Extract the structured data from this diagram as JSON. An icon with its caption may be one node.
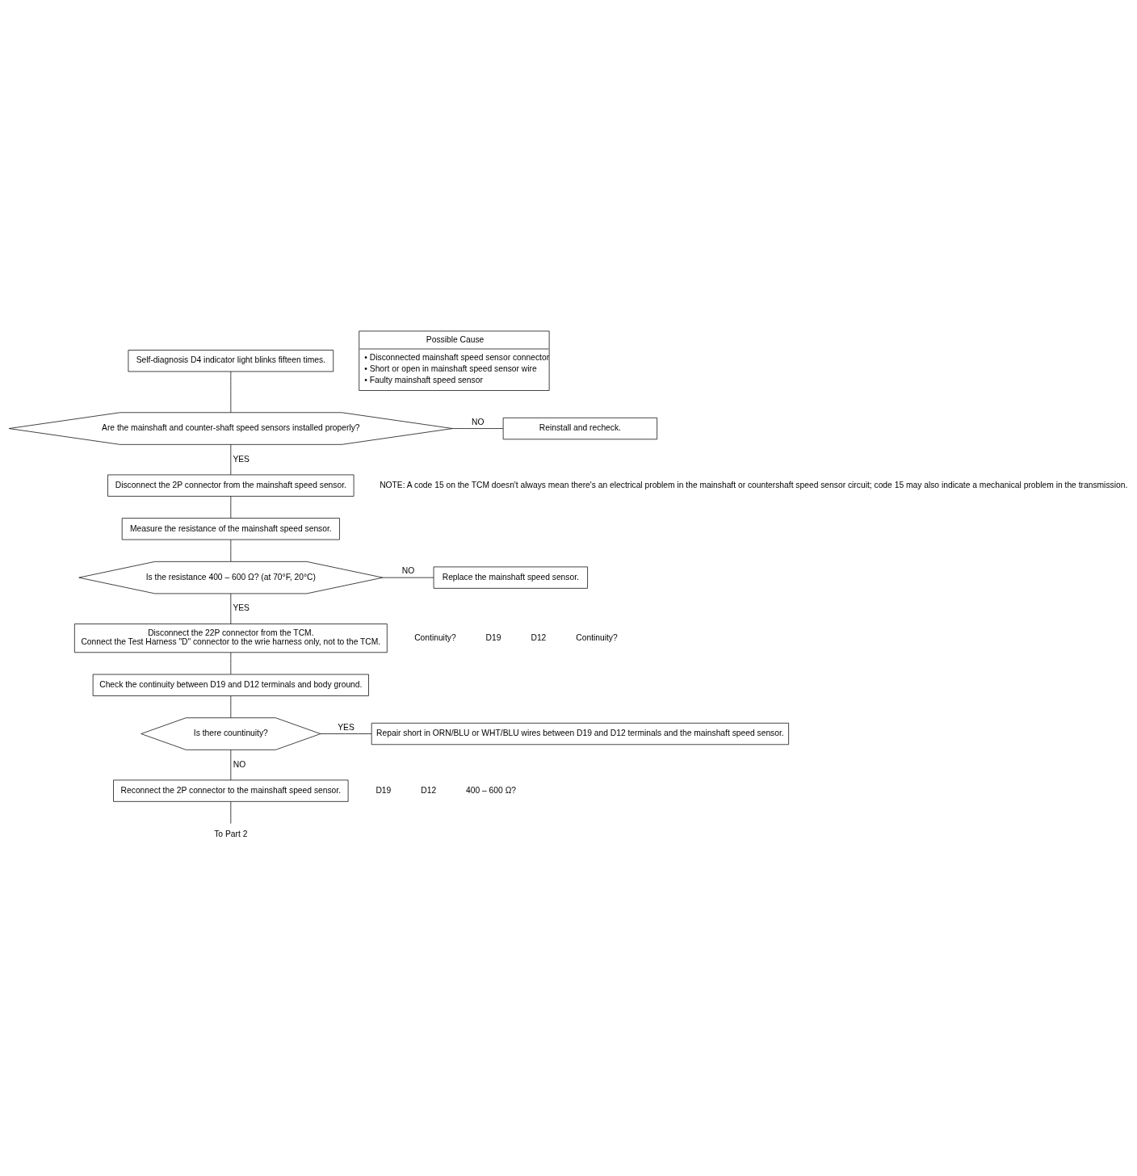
{
  "diagram": {
    "nodes": [
      {
        "text": [
          "Self-diagnosis D4 indicator light blinks fifteen times."
        ]
      },
      {
        "text": [
          "Possible Cause",
          "• Disconnected mainshaft speed sensor connector",
          "• Short or open in mainshaft speed sensor wire",
          "• Faulty mainshaft speed sensor"
        ]
      },
      {
        "text": [
          "Are the mainshaft and counter-shaft speed sensors installed properly?"
        ]
      },
      {
        "text": [
          "Reinstall and recheck."
        ]
      },
      {
        "text": [
          "Disconnect the 2P connector from the mainshaft speed sensor."
        ]
      },
      {
        "text": [
          "Measure the resistance of the mainshaft speed sensor."
        ]
      },
      {
        "text": [
          "Is the resistance 400 – 600 Ω? (at 70°F, 20°C)"
        ]
      },
      {
        "text": [
          "Replace the mainshaft speed sensor."
        ]
      },
      {
        "text": [
          "Disconnect the 22P connector from the TCM.",
          "Connect the Test Harness \"D\" connector to the wrie harness only, not to the TCM."
        ]
      },
      {
        "text": [
          "Check the continuity between D19 and D12 terminals and body ground."
        ]
      },
      {
        "text": [
          "Is there countinuity?"
        ]
      },
      {
        "text": [
          "Repair short in ORN/BLU or WHT/BLU wires between D19 and D12 terminals and the mainshaft speed sensor."
        ]
      },
      {
        "text": [
          "Reconnect the 2P connector to the mainshaft speed sensor."
        ]
      },
      {
        "text": [
          "To Part 2"
        ]
      }
    ],
    "edges": [
      {
        "from": 0,
        "to": 2,
        "arrow": "none"
      },
      {
        "from": 2,
        "to": 3,
        "arrow": "none",
        "label": "NO"
      },
      {
        "from": 2,
        "to": 4,
        "arrow": "none",
        "label": "YES"
      },
      {
        "from": 4,
        "to": 5,
        "arrow": "none"
      },
      {
        "from": 5,
        "to": 6,
        "arrow": "none"
      },
      {
        "from": 6,
        "to": 7,
        "arrow": "none",
        "label": "NO"
      },
      {
        "from": 6,
        "to": 8,
        "arrow": "none",
        "label": "YES"
      },
      {
        "from": 8,
        "to": 9,
        "arrow": "none"
      },
      {
        "from": 9,
        "to": 10,
        "arrow": "none"
      },
      {
        "from": 10,
        "to": 11,
        "arrow": "none",
        "label": "YES"
      },
      {
        "from": 10,
        "to": 12,
        "arrow": "none",
        "label": "NO"
      },
      {
        "from": 12,
        "to": 13,
        "arrow": "none"
      }
    ],
    "labels": [
      "NOTE: A code 15 on the TCM doesn't always mean there's an electrical problem in the mainshaft or countershaft speed sensor circuit; code 15 may also indicate a mechanical problem in the transmission.",
      "Continuity?",
      "D19",
      "D12",
      "Continuity?",
      "D19",
      "D12",
      "400 – 600 Ω?"
    ]
  }
}
